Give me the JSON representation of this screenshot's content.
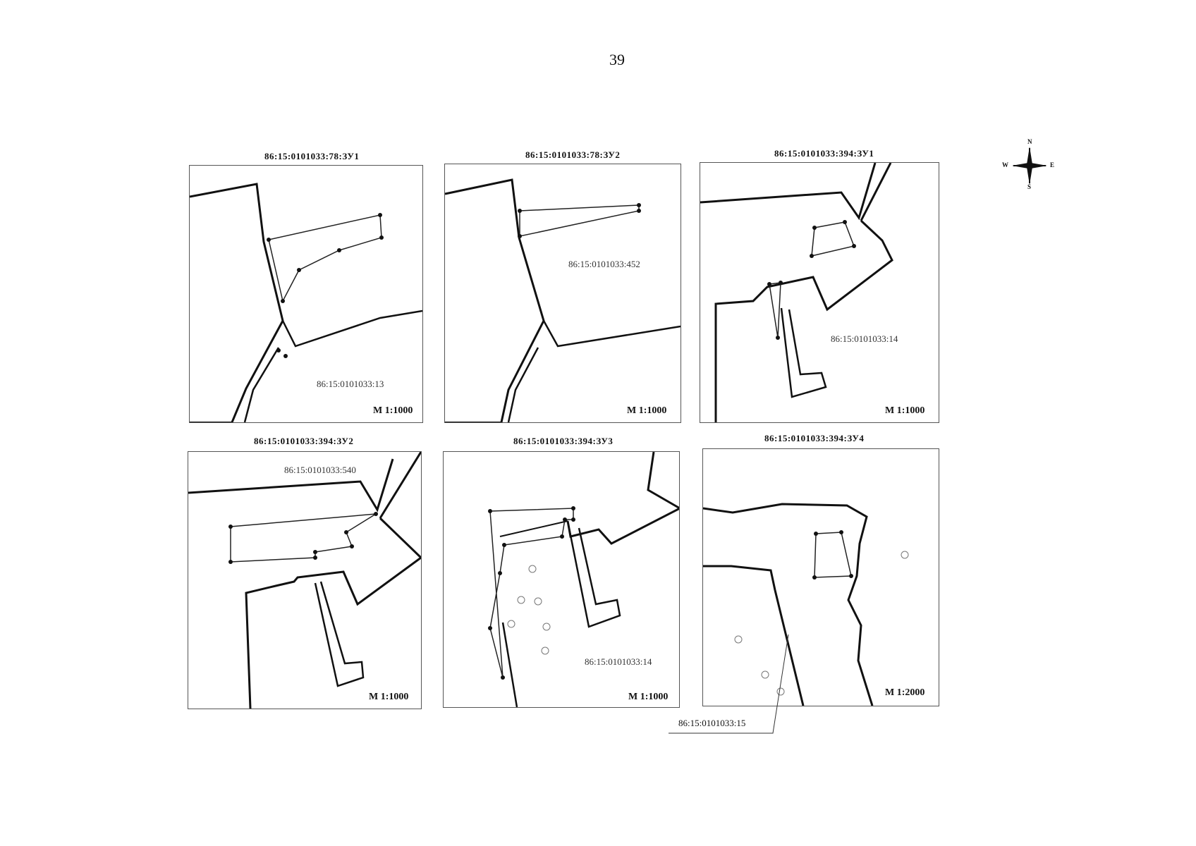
{
  "page_number": "39",
  "compass": {
    "n": "N",
    "s": "S",
    "w": "W",
    "e": "E",
    "icon": "compass-rose-icon"
  },
  "panels": [
    {
      "title": "86:15:0101033:78:ЗУ1",
      "parcel_label": "86:15:0101033:13",
      "scale": "М 1:1000"
    },
    {
      "title": "86:15:0101033:78:ЗУ2",
      "parcel_label": "86:15:0101033:452",
      "scale": "М 1:1000"
    },
    {
      "title": "86:15:0101033:394:ЗУ1",
      "parcel_label": "86:15:0101033:14",
      "scale": "М 1:1000"
    },
    {
      "title": "86:15:0101033:394:ЗУ2",
      "parcel_label": "86:15:0101033:540",
      "scale": "М 1:1000"
    },
    {
      "title": "86:15:0101033:394:ЗУ3",
      "parcel_label": "86:15:0101033:14",
      "scale": "М 1:1000"
    },
    {
      "title": "86:15:0101033:394:ЗУ4",
      "parcel_label": "",
      "scale": "М 1:2000"
    }
  ],
  "bottom_callout": "86:15:0101033:15",
  "colors": {
    "boundary": "#111111",
    "plot": "#222222",
    "background": "#ffffff"
  }
}
